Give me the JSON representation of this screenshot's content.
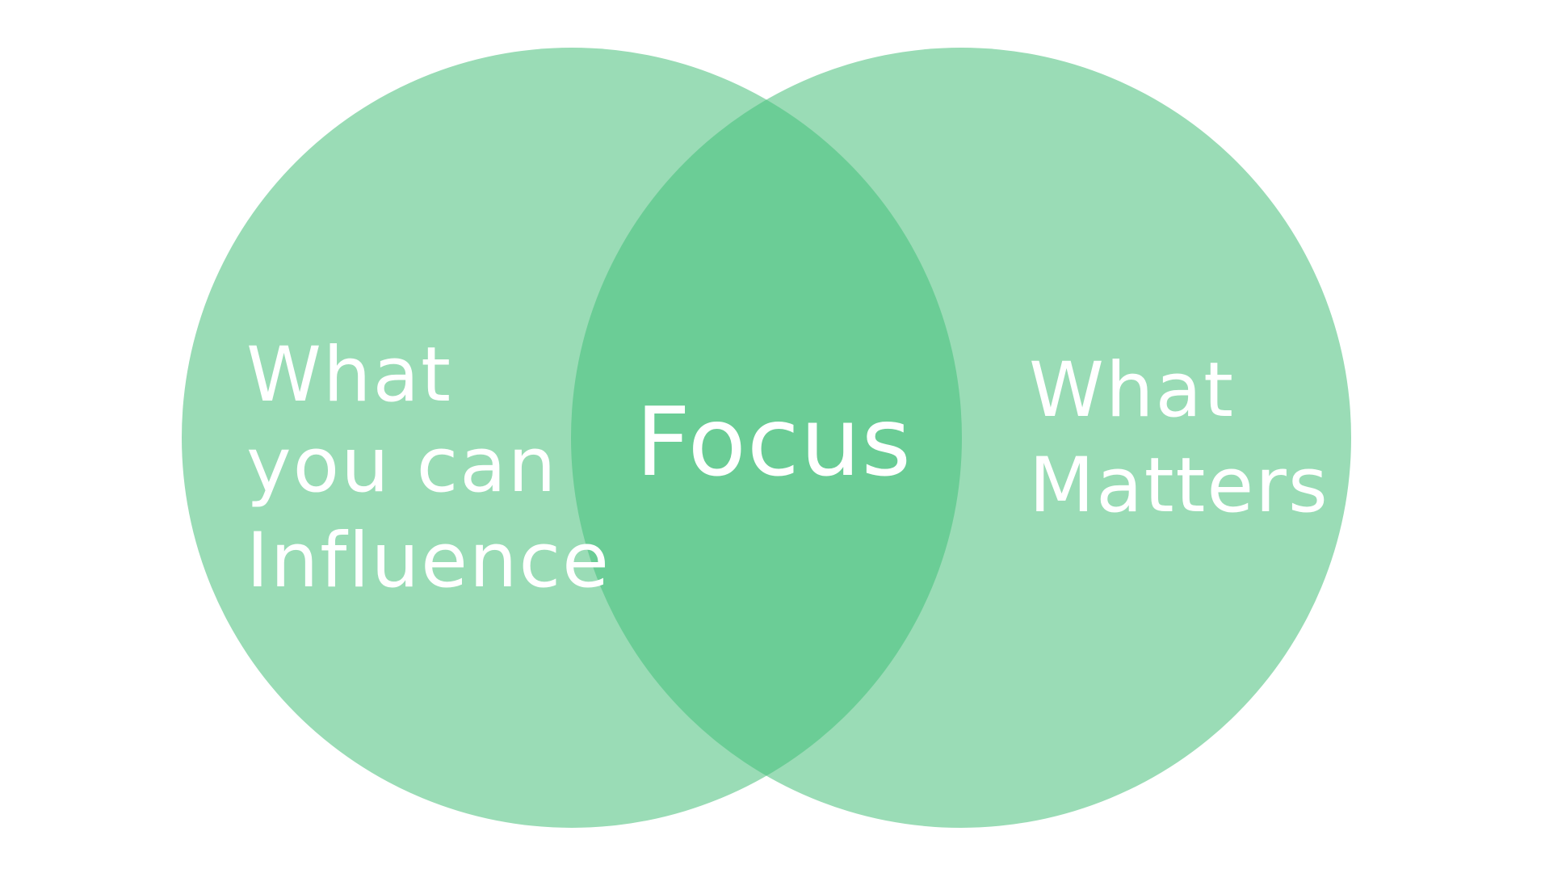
{
  "diagram": {
    "type": "venn",
    "colors": {
      "background": "#ffffff",
      "circle_fill": "#9adcb6",
      "overlap_fill": "#6bcd96",
      "text": "#ffffff"
    },
    "left_set": {
      "lines": [
        "What",
        "you can",
        "Influence"
      ]
    },
    "right_set": {
      "lines": [
        "What",
        "Matters"
      ]
    },
    "intersection": {
      "label": "Focus"
    }
  }
}
